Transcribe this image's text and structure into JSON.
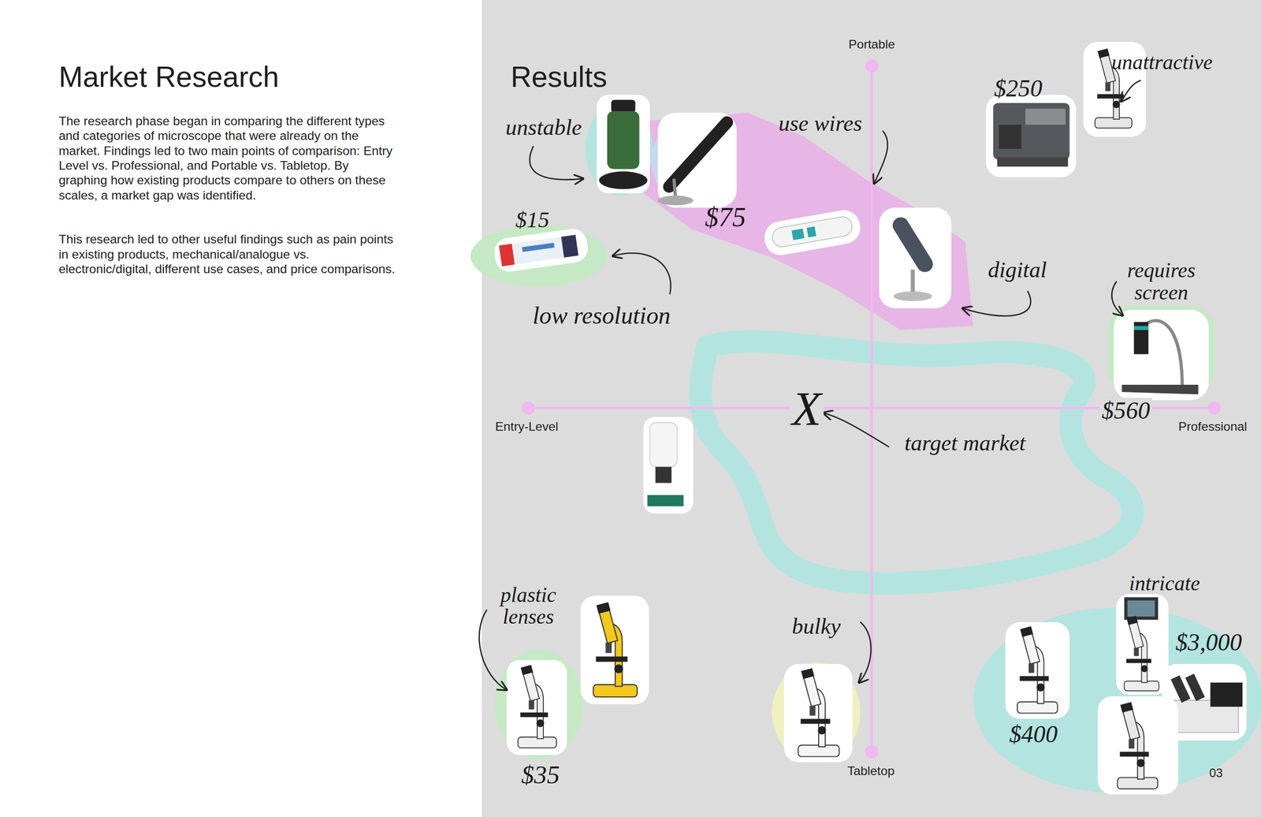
{
  "diagram": {
    "title": "Market Research",
    "labels": [
      "The research phase began in comparing the different types and categories of microscope that were already on the market. Findings led to two main points of comparison: Entry Level vs. Professional, and Portable vs. Tabletop. By graphing how existing products compare to others on these scales, a market gap was identified.",
      "This research led to other useful findings such as pain points in existing products, mechanical/analogue vs. electronic/digital, different use cases, and price comparisons.",
      "Results",
      "Portable",
      "Entry-Level",
      "Professional",
      "Tabletop",
      "unstable",
      "use wires",
      "$250",
      "unattractive",
      "$15",
      "$75",
      "low resolution",
      "digital",
      "requires screen",
      "$560",
      "X",
      "target market",
      "plastic lenses",
      "$35",
      "bulky",
      "intricate",
      "$3,000",
      "$400",
      "03"
    ]
  }
}
